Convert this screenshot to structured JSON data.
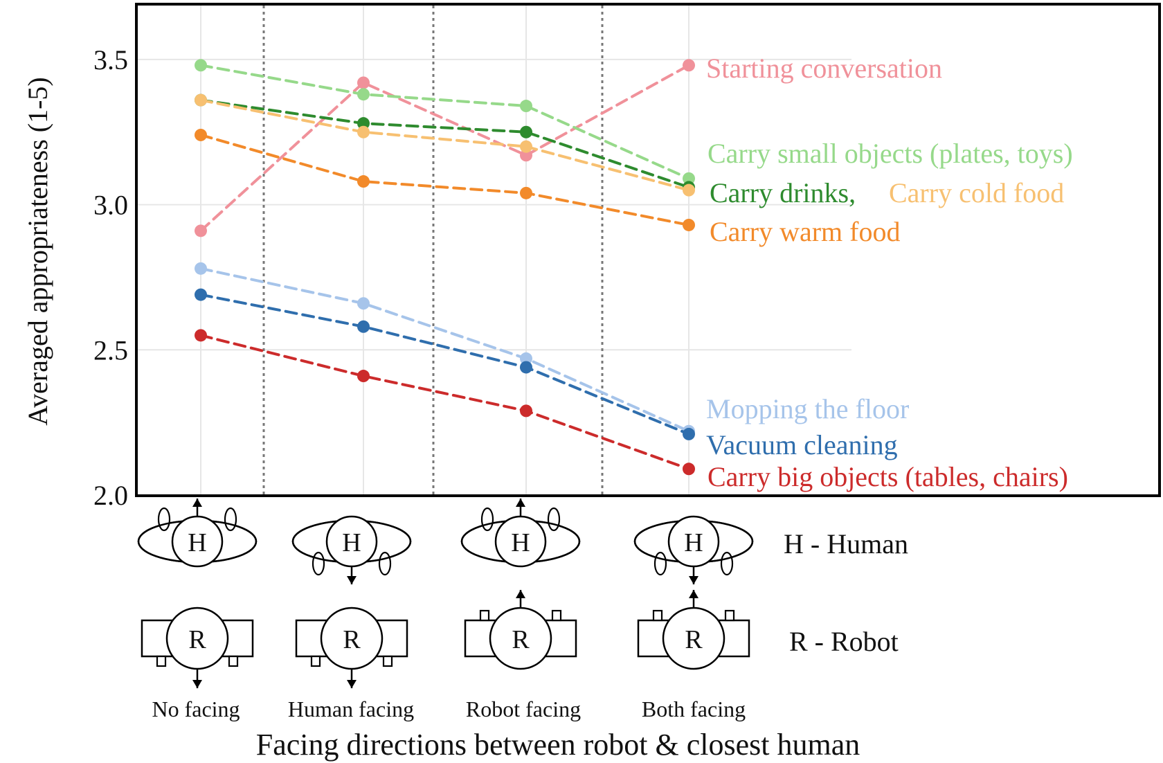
{
  "chart_data": {
    "type": "line",
    "title": "",
    "xlabel": "Facing directions between robot & closest human",
    "ylabel": "Averaged appropriateness (1-5)",
    "ylim": [
      2.0,
      3.65
    ],
    "yticks": [
      "2.0",
      "2.5",
      "3.0",
      "3.5"
    ],
    "grid": true,
    "categories": [
      "No facing",
      "Human facing",
      "Robot facing",
      "Both facing"
    ],
    "series": [
      {
        "name": "Starting conversation",
        "color": "#f0919a",
        "values": [
          2.91,
          3.42,
          3.17,
          3.48
        ]
      },
      {
        "name": "Carry small objects (plates, toys)",
        "color": "#96d98a",
        "values": [
          3.48,
          3.38,
          3.34,
          3.09
        ]
      },
      {
        "name": "Carry drinks,",
        "color": "#2e8b2e",
        "values": [
          3.36,
          3.28,
          3.25,
          3.06
        ]
      },
      {
        "name": "Carry cold food",
        "color": "#f7c071",
        "values": [
          3.36,
          3.25,
          3.2,
          3.05
        ]
      },
      {
        "name": "Carry warm food",
        "color": "#f28a2a",
        "values": [
          3.24,
          3.08,
          3.04,
          2.93
        ]
      },
      {
        "name": "Mopping the floor",
        "color": "#a6c4ea",
        "values": [
          2.78,
          2.66,
          2.47,
          2.22
        ]
      },
      {
        "name": "Vacuum cleaning",
        "color": "#2f6ead",
        "values": [
          2.69,
          2.58,
          2.44,
          2.21
        ]
      },
      {
        "name": "Carry big objects (tables, chairs)",
        "color": "#cc2b2b",
        "values": [
          2.55,
          2.41,
          2.29,
          2.09
        ]
      }
    ]
  },
  "glyphs": {
    "human_letter": "H",
    "robot_letter": "R",
    "human_legend": "H - Human",
    "robot_legend": "R - Robot"
  }
}
